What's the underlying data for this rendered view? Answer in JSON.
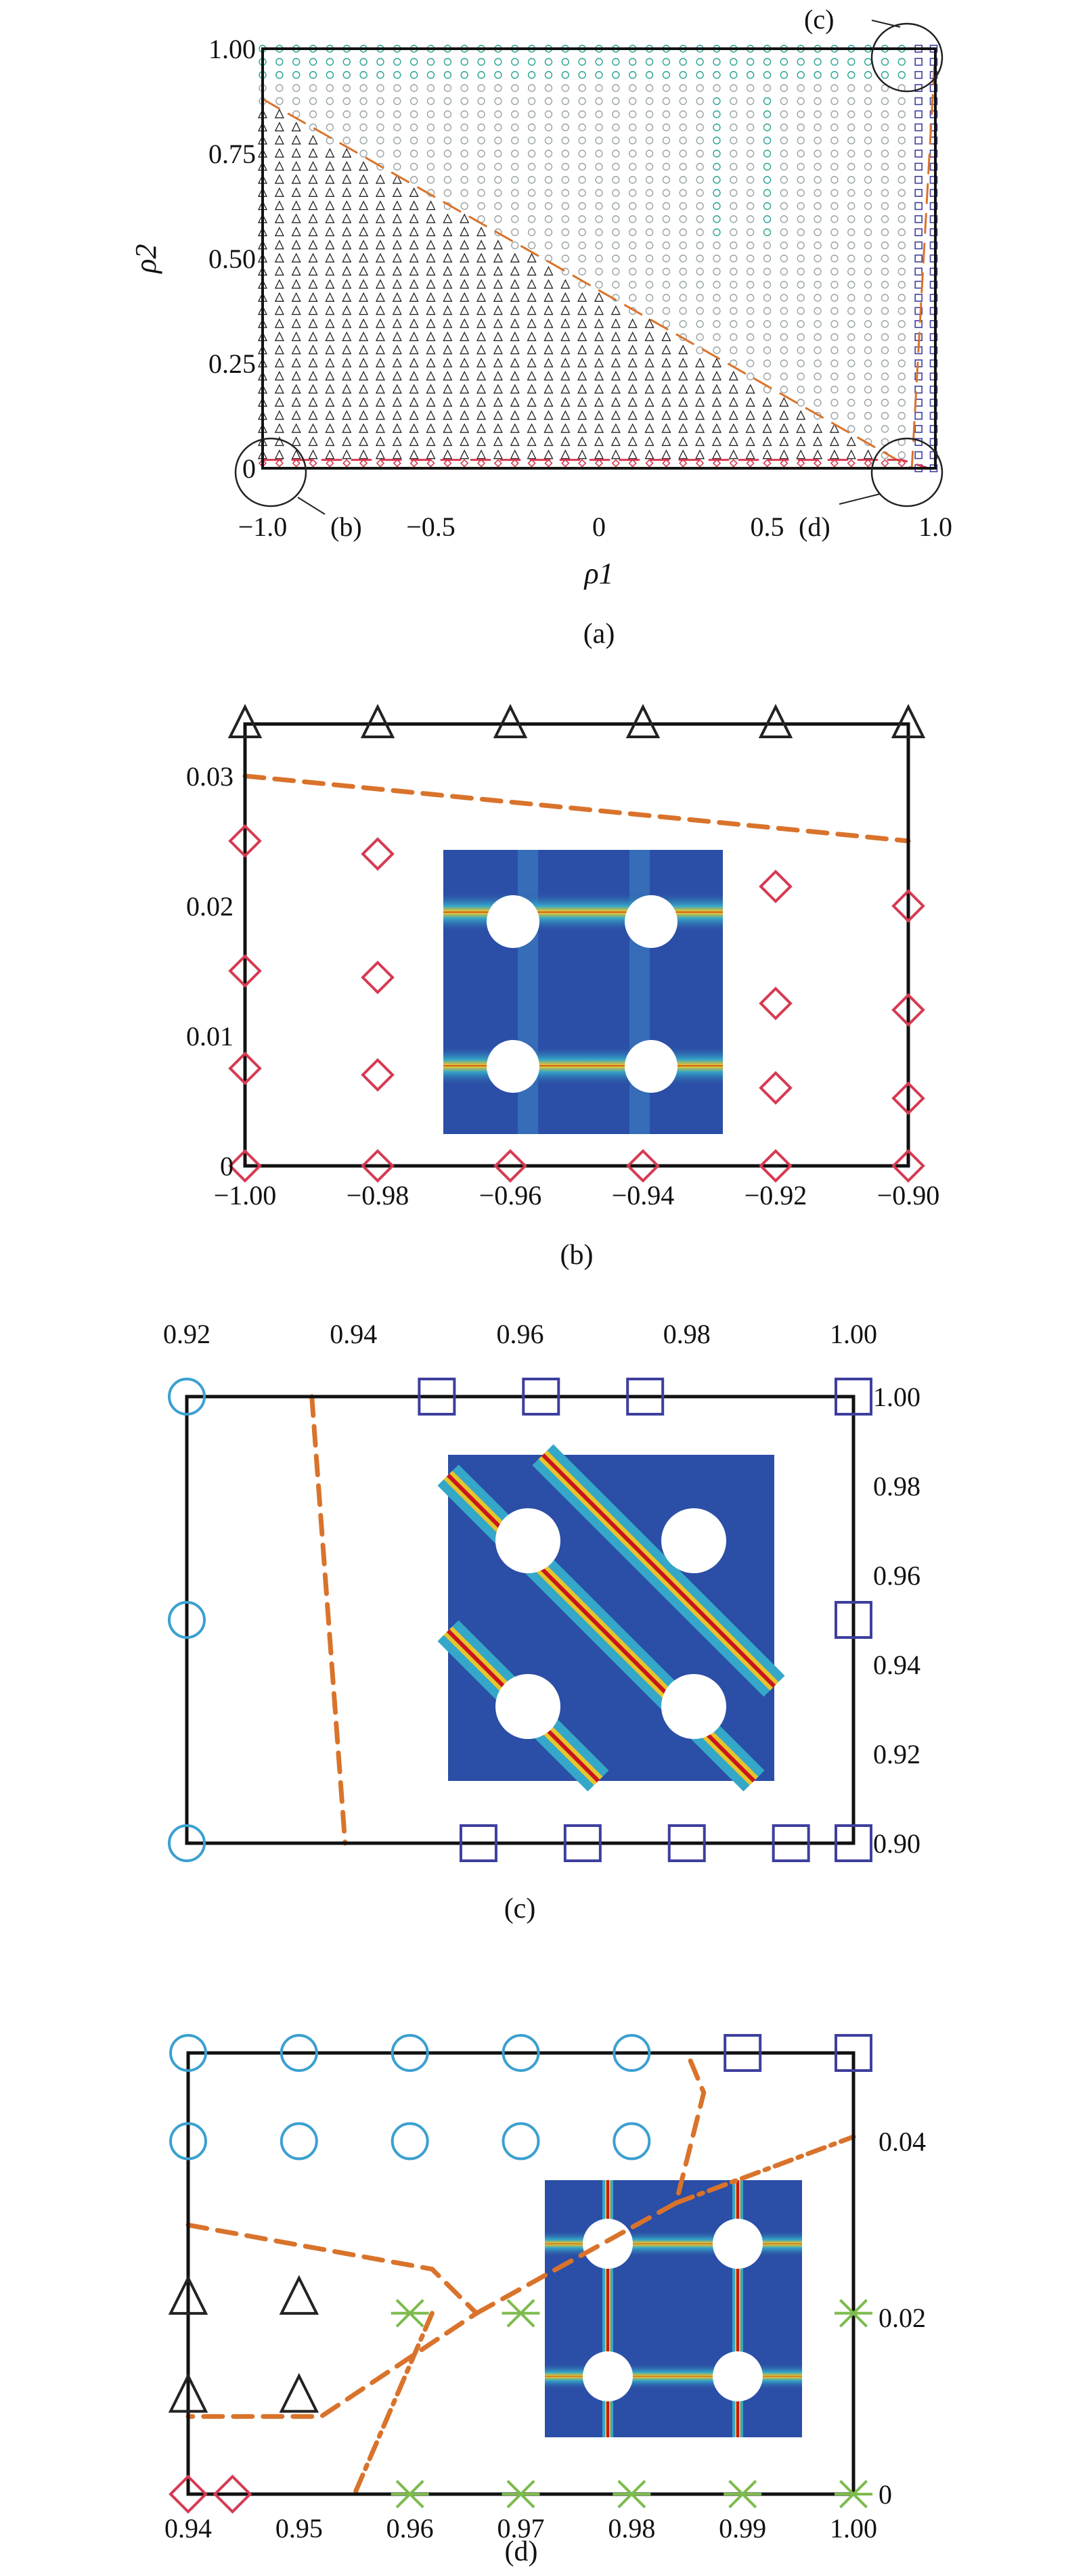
{
  "chart_data": [
    {
      "panel": "a",
      "caption": "(a)",
      "type": "scatter",
      "xlabel": "ρ1",
      "ylabel": "ρ2",
      "xlim": [
        -1.0,
        1.0
      ],
      "ylim": [
        0,
        1.0
      ],
      "x_ticks": [
        "−1.0",
        "−0.5",
        "0",
        "0.5",
        "1.0"
      ],
      "y_ticks": [
        "0",
        "0.25",
        "0.50",
        "0.75",
        "1.00"
      ],
      "callouts": [
        "(b)",
        "(c)",
        "(d)"
      ],
      "boundaries": [
        {
          "style": "dashed",
          "color": "#d9732b",
          "points": [
            [
              -1.0,
              0.88
            ],
            [
              0.93,
              0.0
            ],
            [
              1.0,
              1.0
            ]
          ]
        },
        {
          "style": "dashed",
          "color": "#d63a52",
          "points": [
            [
              -1.0,
              0.02
            ],
            [
              0.9,
              0.02
            ],
            [
              0.98,
              0.0
            ]
          ]
        }
      ],
      "regions": [
        {
          "marker": "triangle",
          "color": "#222222",
          "description": "lower-left region"
        },
        {
          "marker": "circle",
          "color": "#9aa3a6",
          "description": "upper-right region"
        },
        {
          "marker": "circle",
          "color": "#2aa392",
          "description": "upper band"
        },
        {
          "marker": "diamond",
          "color": "#d63a52",
          "description": "ρ2 ≈ 0"
        },
        {
          "marker": "square",
          "color": "#3d3f9e",
          "description": "ρ1 ≈ 1"
        }
      ]
    },
    {
      "panel": "b",
      "caption": "(b)",
      "type": "scatter",
      "xlim": [
        -1.0,
        -0.9
      ],
      "ylim": [
        0,
        0.034
      ],
      "x_ticks": [
        "−1.00",
        "−0.98",
        "−0.96",
        "−0.94",
        "−0.92",
        "−0.90"
      ],
      "y_ticks": [
        "0",
        "0.01",
        "0.02",
        "0.03"
      ],
      "series": [
        {
          "marker": "triangle",
          "color": "#222222",
          "points": [
            [
              -1.0,
              0.034
            ],
            [
              -0.98,
              0.034
            ],
            [
              -0.96,
              0.034
            ],
            [
              -0.94,
              0.034
            ],
            [
              -0.92,
              0.034
            ],
            [
              -0.9,
              0.034
            ]
          ]
        },
        {
          "marker": "diamond",
          "color": "#d63a52",
          "points": [
            [
              -1.0,
              0.025
            ],
            [
              -1.0,
              0.015
            ],
            [
              -1.0,
              0.0075
            ],
            [
              -1.0,
              0.0
            ],
            [
              -0.98,
              0.024
            ],
            [
              -0.98,
              0.0145
            ],
            [
              -0.98,
              0.007
            ],
            [
              -0.98,
              0.0
            ],
            [
              -0.96,
              0.0
            ],
            [
              -0.94,
              0.0
            ],
            [
              -0.92,
              0.0215
            ],
            [
              -0.92,
              0.0125
            ],
            [
              -0.92,
              0.006
            ],
            [
              -0.92,
              0.0
            ],
            [
              -0.9,
              0.02
            ],
            [
              -0.9,
              0.012
            ],
            [
              -0.9,
              0.0052
            ],
            [
              -0.9,
              0.0
            ]
          ]
        }
      ],
      "boundary": {
        "style": "dashed",
        "color": "#d9732b",
        "points": [
          [
            -1.0,
            0.03
          ],
          [
            -0.9,
            0.025
          ]
        ]
      },
      "inset": {
        "pattern": "horizontal"
      }
    },
    {
      "panel": "c",
      "caption": "(c)",
      "type": "scatter",
      "xlim": [
        0.92,
        1.0
      ],
      "ylim": [
        0.9,
        1.0
      ],
      "x_ticks": [
        "0.92",
        "0.94",
        "0.96",
        "0.98",
        "1.00"
      ],
      "y_ticks": [
        "0.90",
        "0.92",
        "0.94",
        "0.96",
        "0.98",
        "1.00"
      ],
      "series": [
        {
          "marker": "circle",
          "color": "#3ba0d0",
          "points": [
            [
              0.92,
              1.0
            ],
            [
              0.92,
              0.95
            ],
            [
              0.92,
              0.9
            ]
          ]
        },
        {
          "marker": "square",
          "color": "#3d3f9e",
          "points": [
            [
              0.95,
              1.0
            ],
            [
              0.9625,
              1.0
            ],
            [
              0.975,
              1.0
            ],
            [
              1.0,
              1.0
            ],
            [
              1.0,
              0.95
            ],
            [
              0.955,
              0.9
            ],
            [
              0.9675,
              0.9
            ],
            [
              0.98,
              0.9
            ],
            [
              0.9925,
              0.9
            ],
            [
              1.0,
              0.9
            ]
          ]
        }
      ],
      "boundary": {
        "style": "dashed",
        "color": "#d9732b",
        "points": [
          [
            0.935,
            1.0
          ],
          [
            0.939,
            0.9
          ]
        ]
      },
      "inset": {
        "pattern": "diagonal"
      }
    },
    {
      "panel": "d",
      "caption": "(d)",
      "type": "scatter",
      "xlim": [
        0.94,
        1.0
      ],
      "ylim": [
        0,
        0.05
      ],
      "x_ticks": [
        "0.94",
        "0.95",
        "0.96",
        "0.97",
        "0.98",
        "0.99",
        "1.00"
      ],
      "y_ticks": [
        "0",
        "0.02",
        "0.04"
      ],
      "series": [
        {
          "marker": "circle",
          "color": "#3ba0d0",
          "points": [
            [
              0.94,
              0.05
            ],
            [
              0.95,
              0.05
            ],
            [
              0.96,
              0.05
            ],
            [
              0.97,
              0.05
            ],
            [
              0.98,
              0.05
            ],
            [
              0.94,
              0.04
            ],
            [
              0.95,
              0.04
            ],
            [
              0.96,
              0.04
            ],
            [
              0.97,
              0.04
            ],
            [
              0.98,
              0.04
            ]
          ]
        },
        {
          "marker": "square",
          "color": "#3d3f9e",
          "points": [
            [
              0.99,
              0.05
            ],
            [
              1.0,
              0.05
            ]
          ]
        },
        {
          "marker": "triangle",
          "color": "#222222",
          "points": [
            [
              0.94,
              0.0222
            ],
            [
              0.95,
              0.0222
            ],
            [
              0.94,
              0.0111
            ],
            [
              0.95,
              0.0111
            ]
          ]
        },
        {
          "marker": "asterisk",
          "color": "#7dbb4d",
          "points": [
            [
              0.96,
              0.0205
            ],
            [
              0.97,
              0.0205
            ],
            [
              1.0,
              0.0205
            ],
            [
              0.96,
              0.0
            ],
            [
              0.97,
              0.0
            ],
            [
              0.98,
              0.0
            ],
            [
              0.99,
              0.0
            ],
            [
              1.0,
              0.0
            ]
          ]
        },
        {
          "marker": "diamond",
          "color": "#d63a52",
          "points": [
            [
              0.94,
              0.0
            ],
            [
              0.944,
              0.0
            ]
          ]
        }
      ],
      "boundaries": [
        {
          "style": "dashed",
          "color": "#d9732b",
          "points": [
            [
              0.94,
              0.0305
            ],
            [
              0.962,
              0.0255
            ],
            [
              0.966,
              0.0205
            ],
            [
              0.952,
              0.0088
            ],
            [
              0.94,
              0.0088
            ]
          ]
        },
        {
          "style": "dashed",
          "color": "#d9732b",
          "points": [
            [
              0.966,
              0.0205
            ],
            [
              0.984,
              0.033
            ],
            [
              0.9865,
              0.0455
            ],
            [
              0.985,
              0.05
            ]
          ]
        },
        {
          "style": "dashdot",
          "color": "#d9732b",
          "points": [
            [
              0.984,
              0.033
            ],
            [
              1.0,
              0.0405
            ]
          ]
        },
        {
          "style": "dashdot",
          "color": "#d9732b",
          "points": [
            [
              0.962,
              0.0205
            ],
            [
              0.955,
              0.0
            ]
          ]
        }
      ],
      "inset": {
        "pattern": "grid"
      }
    }
  ]
}
